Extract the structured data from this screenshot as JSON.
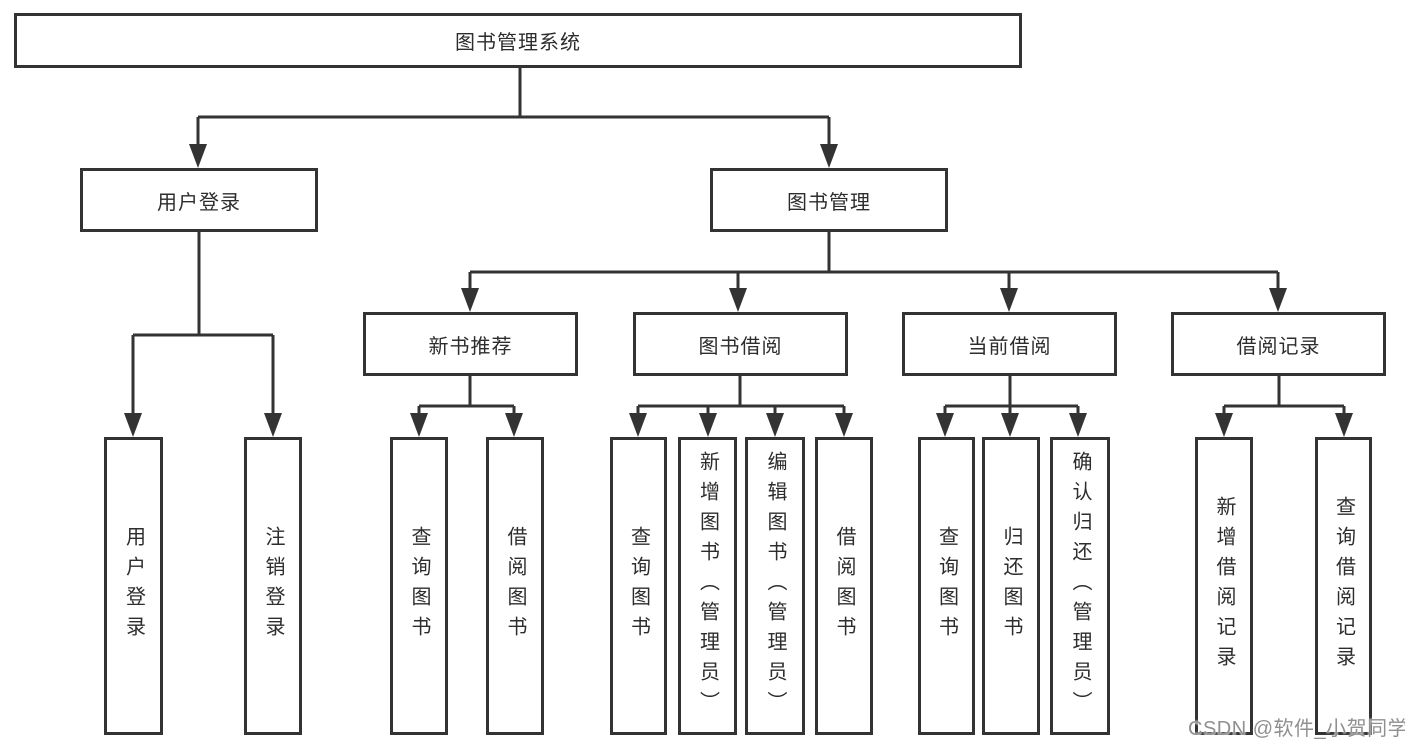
{
  "diagram": {
    "root": {
      "label": "图书管理系统"
    },
    "branches": [
      {
        "label": "用户登录",
        "parent": "图书管理系统"
      },
      {
        "label": "图书管理",
        "parent": "图书管理系统"
      }
    ],
    "modules": [
      {
        "label": "新书推荐",
        "parent": "图书管理"
      },
      {
        "label": "图书借阅",
        "parent": "图书管理"
      },
      {
        "label": "当前借阅",
        "parent": "图书管理"
      },
      {
        "label": "借阅记录",
        "parent": "图书管理"
      }
    ],
    "leaves": [
      {
        "label": "用户登录",
        "parent": "用户登录"
      },
      {
        "label": "注销登录",
        "parent": "用户登录"
      },
      {
        "label": "查询图书",
        "parent": "新书推荐"
      },
      {
        "label": "借阅图书",
        "parent": "新书推荐"
      },
      {
        "label": "查询图书",
        "parent": "图书借阅"
      },
      {
        "label": "新增图书（管理员）",
        "parent": "图书借阅"
      },
      {
        "label": "编辑图书（管理员）",
        "parent": "图书借阅"
      },
      {
        "label": "借阅图书",
        "parent": "图书借阅"
      },
      {
        "label": "查询图书",
        "parent": "当前借阅"
      },
      {
        "label": "归还图书",
        "parent": "当前借阅"
      },
      {
        "label": "确认归还（管理员）",
        "parent": "当前借阅"
      },
      {
        "label": "新增借阅记录",
        "parent": "借阅记录"
      },
      {
        "label": "查询借阅记录",
        "parent": "借阅记录"
      }
    ]
  },
  "watermark": {
    "text": "CSDN @软件_小贺同学",
    "color": "#909090"
  },
  "colors": {
    "line": "#333333",
    "box_border": "#333333",
    "box_fill": "#ffffff",
    "text": "#2d2d2d",
    "background": "#ffffff"
  }
}
